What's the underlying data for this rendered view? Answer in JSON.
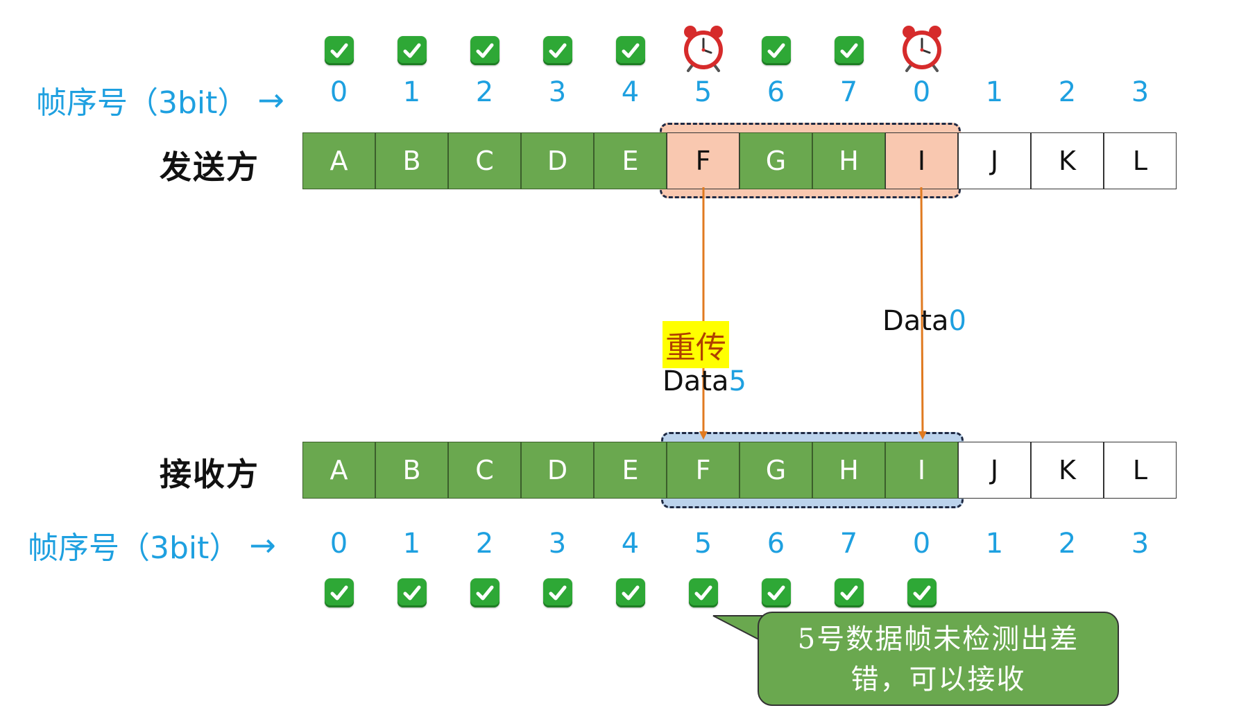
{
  "seq_label": "帧序号（3bit）",
  "seq_arrow": "→",
  "sender": {
    "label": "发送方",
    "frames": [
      {
        "letter": "A",
        "state": "green"
      },
      {
        "letter": "B",
        "state": "green"
      },
      {
        "letter": "C",
        "state": "green"
      },
      {
        "letter": "D",
        "state": "green"
      },
      {
        "letter": "E",
        "state": "green"
      },
      {
        "letter": "F",
        "state": "orange"
      },
      {
        "letter": "G",
        "state": "green"
      },
      {
        "letter": "H",
        "state": "green"
      },
      {
        "letter": "I",
        "state": "orange"
      },
      {
        "letter": "J",
        "state": "white"
      },
      {
        "letter": "K",
        "state": "white"
      },
      {
        "letter": "L",
        "state": "white"
      }
    ],
    "status_icons": [
      "check-icon",
      "check-icon",
      "check-icon",
      "check-icon",
      "check-icon",
      "alarm-clock-icon",
      "check-icon",
      "check-icon",
      "alarm-clock-icon"
    ]
  },
  "receiver": {
    "label": "接收方",
    "frames": [
      {
        "letter": "A",
        "state": "green"
      },
      {
        "letter": "B",
        "state": "green"
      },
      {
        "letter": "C",
        "state": "green"
      },
      {
        "letter": "D",
        "state": "green"
      },
      {
        "letter": "E",
        "state": "green"
      },
      {
        "letter": "F",
        "state": "green"
      },
      {
        "letter": "G",
        "state": "green"
      },
      {
        "letter": "H",
        "state": "green"
      },
      {
        "letter": "I",
        "state": "green"
      },
      {
        "letter": "J",
        "state": "white"
      },
      {
        "letter": "K",
        "state": "white"
      },
      {
        "letter": "L",
        "state": "white"
      }
    ],
    "status_icons": [
      "check-icon",
      "check-icon",
      "check-icon",
      "check-icon",
      "check-icon",
      "check-icon",
      "check-icon",
      "check-icon",
      "check-icon"
    ]
  },
  "seq_numbers": [
    "0",
    "1",
    "2",
    "3",
    "4",
    "5",
    "6",
    "7",
    "0",
    "1",
    "2",
    "3"
  ],
  "transmissions": [
    {
      "tag": "重传",
      "prefix": "Data",
      "num": "5"
    },
    {
      "prefix": "Data",
      "num": "0"
    }
  ],
  "callout": {
    "line1": "5号数据帧未检测出差",
    "line2": "错，可以接收"
  },
  "colors": {
    "frame_green": "#6aa84f",
    "frame_orange": "#f9c8b0",
    "sender_window": "#f9c8b0",
    "receiver_window": "#bcd3ec",
    "seq_blue": "#1ea0e0",
    "arrow_orange": "#e07a20",
    "callout_green": "#6aa84f"
  }
}
